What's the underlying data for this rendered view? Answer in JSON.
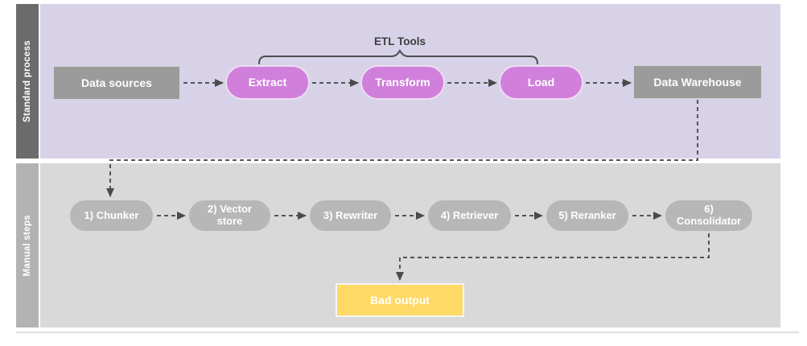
{
  "lanes": {
    "standard": {
      "label": "Standard process"
    },
    "manual": {
      "label": "Manual steps"
    }
  },
  "etl_group_label": "ETL Tools",
  "standard_nodes": {
    "data_sources": "Data sources",
    "extract": "Extract",
    "transform": "Transform",
    "load": "Load",
    "data_warehouse": "Data Warehouse"
  },
  "manual_nodes": {
    "chunker": "1) Chunker",
    "vector_store": "2) Vector store",
    "rewriter": "3) Rewriter",
    "retriever": "4) Retriever",
    "reranker": "5) Reranker",
    "consolidator": "6) Consolidator"
  },
  "output_node": "Bad output",
  "edges": [
    {
      "from": "data_sources",
      "to": "extract",
      "style": "dashed-arrow"
    },
    {
      "from": "extract",
      "to": "transform",
      "style": "dashed-arrow"
    },
    {
      "from": "transform",
      "to": "load",
      "style": "dashed-arrow"
    },
    {
      "from": "load",
      "to": "data_warehouse",
      "style": "dashed-arrow"
    },
    {
      "from": "data_warehouse",
      "to": "chunker",
      "style": "dashed-arrow"
    },
    {
      "from": "chunker",
      "to": "vector_store",
      "style": "dashed-arrow"
    },
    {
      "from": "vector_store",
      "to": "rewriter",
      "style": "dashed-arrow"
    },
    {
      "from": "rewriter",
      "to": "retriever",
      "style": "dashed-arrow"
    },
    {
      "from": "retriever",
      "to": "reranker",
      "style": "dashed-arrow"
    },
    {
      "from": "reranker",
      "to": "consolidator",
      "style": "dashed-arrow"
    },
    {
      "from": "consolidator",
      "to": "bad_output",
      "style": "dashed-arrow"
    }
  ],
  "etl_group_members": [
    "extract",
    "transform",
    "load"
  ],
  "colors": {
    "standard_lane_bg": "#d8d2e8",
    "manual_lane_bg": "#d9d9d9",
    "standard_lane_bar": "#6b6b6b",
    "manual_lane_bar": "#b3b3b3",
    "process_box_fill": "#9b9b9b",
    "etl_pill_fill": "#d07fdb",
    "manual_pill_fill": "#b7b7b7",
    "bad_output_fill": "#ffd966",
    "connector_color": "#545454",
    "group_label_text": "#3d3d3d",
    "node_text": "#ffffff"
  }
}
